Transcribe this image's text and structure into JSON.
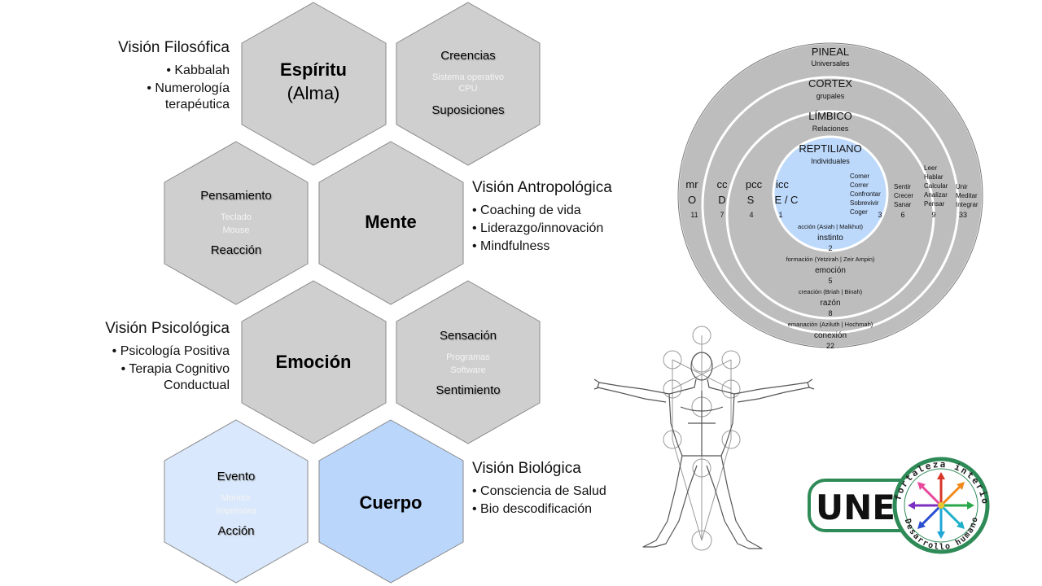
{
  "hexagons": {
    "espiritu": {
      "title": "Espíritu",
      "sub": "(Alma)"
    },
    "creencias": {
      "title": "Creencias",
      "faint1": "Sistema operativo",
      "faint2": "CPU",
      "bottom": "Suposiciones"
    },
    "pensamiento": {
      "title": "Pensamiento",
      "faint1": "Teclado",
      "faint2": "Mouse",
      "bottom": "Reacción"
    },
    "mente": {
      "title": "Mente"
    },
    "emocion": {
      "title": "Emoción"
    },
    "sensacion": {
      "title": "Sensación",
      "faint1": "Programas",
      "faint2": "Software",
      "bottom": "Sentimiento"
    },
    "evento": {
      "title": "Evento",
      "faint1": "Monitor",
      "faint2": "Impresora",
      "bottom": "Acción"
    },
    "cuerpo": {
      "title": "Cuerpo"
    }
  },
  "visions": {
    "filosofica": {
      "title": "Visión Filosófica",
      "items": [
        "Kabbalah",
        "Numerología terapéutica"
      ]
    },
    "antropologica": {
      "title": "Visión Antropológica",
      "items": [
        "Coaching de vida",
        "Liderazgo/innovación",
        "Mindfulness"
      ]
    },
    "psicologica": {
      "title": "Visión Psicológica",
      "items": [
        "Psicología Positiva",
        "Terapia Cognitivo Conductual"
      ]
    },
    "biologica": {
      "title": "Visión Biológica",
      "items": [
        "Consciencia de Salud",
        "Bio descodificación"
      ]
    }
  },
  "brain_rings": {
    "outer": {
      "name": "PINEAL",
      "sub": "Universales"
    },
    "ring2": {
      "name": "CORTEX",
      "sub": "grupales"
    },
    "ring3": {
      "name": "LÍMBICO",
      "sub": "Relaciones"
    },
    "core": {
      "name": "REPTILIANO",
      "sub": "Individuales"
    },
    "left": [
      {
        "a": "mr",
        "b": "O",
        "n": "11"
      },
      {
        "a": "cc",
        "b": "D",
        "n": "7"
      },
      {
        "a": "pcc",
        "b": "S",
        "n": "4"
      },
      {
        "a": "icc",
        "b": "E / C",
        "n": "1"
      }
    ],
    "core_verbs": [
      "Comer",
      "Correr",
      "Confrontar",
      "Sobrevivir",
      "Coger"
    ],
    "core_num": "3",
    "limbic_verbs": [
      "Sentir",
      "Crecer",
      "Sanar"
    ],
    "limbic_num": "6",
    "cortex_verbs": [
      "Leer",
      "Hablar",
      "Calcular",
      "Analizar",
      "Pensar"
    ],
    "cortex_num": "9",
    "pineal_verbs": [
      "Unir",
      "Meditar",
      "Integrar"
    ],
    "pineal_num": "33",
    "bottom": [
      {
        "world": "acción (Asiah | Malkhut)",
        "word": "instinto",
        "n": "2"
      },
      {
        "world": "formación (Yetzirah | Zeir Ampin)",
        "word": "emoción",
        "n": "5"
      },
      {
        "world": "creación (Briah | Binah)",
        "word": "razón",
        "n": "8"
      },
      {
        "world": "emanación (Aziluth | Hochmah)",
        "word": "conexión",
        "n": "22"
      }
    ]
  },
  "logo": {
    "main": "UNE",
    "arc_top": "fortaleza interior",
    "arc_bottom": "Desarrollo humano"
  },
  "colors": {
    "hex_gray": "#cfcfcf",
    "hex_light_blue": "#d9e8fc",
    "hex_blue": "#bad6fb",
    "ring_gray": "#bdbdbd",
    "core_blue": "#bcd8fb",
    "logo_green": "#2e8b57"
  }
}
